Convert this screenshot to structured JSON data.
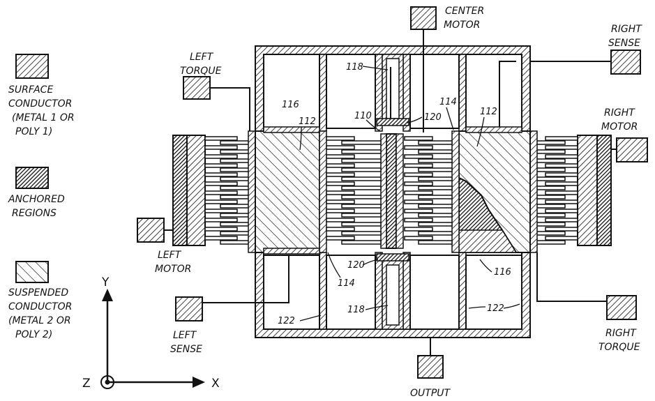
{
  "legend": {
    "surface_line1": "SURFACE",
    "surface_line2": "CONDUCTOR",
    "surface_line3": "(METAL 1 OR",
    "surface_line4": "POLY 1)",
    "anchored_line1": "ANCHORED",
    "anchored_line2": "REGIONS",
    "suspended_line1": "SUSPENDED",
    "suspended_line2": "CONDUCTOR",
    "suspended_line3": "(METAL 2 OR",
    "suspended_line4": "POLY 2)"
  },
  "pads": {
    "center_motor_line1": "CENTER",
    "center_motor_line2": "MOTOR",
    "right_sense_line1": "RIGHT",
    "right_sense_line2": "SENSE",
    "right_motor_line1": "RIGHT",
    "right_motor_line2": "MOTOR",
    "left_torque_line1": "LEFT",
    "left_torque_line2": "TORQUE",
    "left_motor_line1": "LEFT",
    "left_motor_line2": "MOTOR",
    "left_sense_line1": "LEFT",
    "left_sense_line2": "SENSE",
    "right_torque_line1": "RIGHT",
    "right_torque_line2": "TORQUE",
    "output": "OUTPUT"
  },
  "refs": {
    "r116_top": "116",
    "r112_left": "112",
    "r110": "110",
    "r118_top": "118",
    "r120_top": "120",
    "r114_top": "114",
    "r112_right": "112",
    "r120_bottom": "120",
    "r114_bottom": "114",
    "r116_bottom": "116",
    "r118_bottom": "118",
    "r122_left": "122",
    "r122_right": "122"
  },
  "axes": {
    "y": "Y",
    "x": "X",
    "z": "Z"
  },
  "colors": {
    "ink": "#111111",
    "paper": "#ffffff"
  }
}
